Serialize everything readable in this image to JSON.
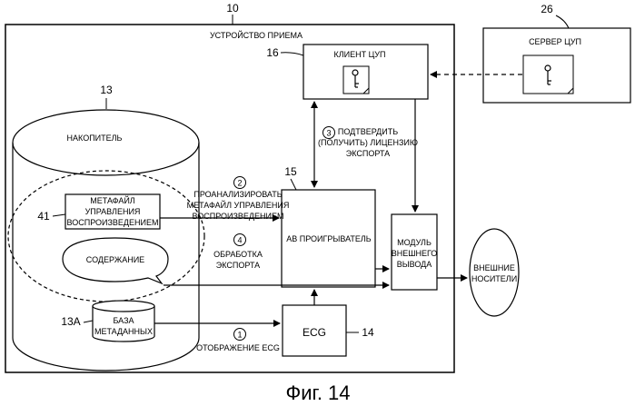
{
  "receiving_device": {
    "ref": "10",
    "label": "УСТРОЙСТВО ПРИЕМА"
  },
  "drm_server": {
    "ref": "26",
    "label": "СЕРВЕР ЦУП"
  },
  "drm_client": {
    "ref": "16",
    "label": "КЛИЕНТ ЦУП"
  },
  "storage": {
    "ref": "13",
    "label": "НАКОПИТЕЛЬ"
  },
  "metafile": {
    "ref": "41",
    "line1": "МЕТАФАЙЛ",
    "line2": "УПРАВЛЕНИЯ",
    "line3": "ВОСПРОИЗВЕДЕНИЕМ"
  },
  "content": {
    "label": "СОДЕРЖАНИЕ"
  },
  "metadata_db": {
    "ref": "13A",
    "line1": "БАЗА",
    "line2": "МЕТАДАННЫХ"
  },
  "av_player": {
    "ref": "15",
    "label": "АВ ПРОИГРЫВАТЕЛЬ"
  },
  "ecg": {
    "ref": "14",
    "label": "ECG"
  },
  "output_module": {
    "line1": "МОДУЛЬ",
    "line2": "ВНЕШНЕГО",
    "line3": "ВЫВОДА"
  },
  "external_media": {
    "line1": "ВНЕШНИЕ",
    "line2": "НОСИТЕЛИ"
  },
  "steps": {
    "s1": {
      "num": "1",
      "text": "ОТОБРАЖЕНИЕ ECG"
    },
    "s2": {
      "num": "2",
      "line1": "ПРОАНАЛИЗИРОВАТЬ",
      "line2": "МЕТАФАЙЛ УПРАВЛЕНИЯ",
      "line3": "ВОСПРОИЗВЕДЕНИЕМ"
    },
    "s3": {
      "num": "3",
      "line1": "ПОДТВЕРДИТЬ",
      "line2": "(ПОЛУЧИТЬ) ЛИЦЕНЗИЮ",
      "line3": "ЭКСПОРТА"
    },
    "s4": {
      "num": "4",
      "line1": "ОБРАБОТКА",
      "line2": "ЭКСПОРТА"
    }
  },
  "caption": "Фиг. 14",
  "icons": [
    "key-icon"
  ]
}
